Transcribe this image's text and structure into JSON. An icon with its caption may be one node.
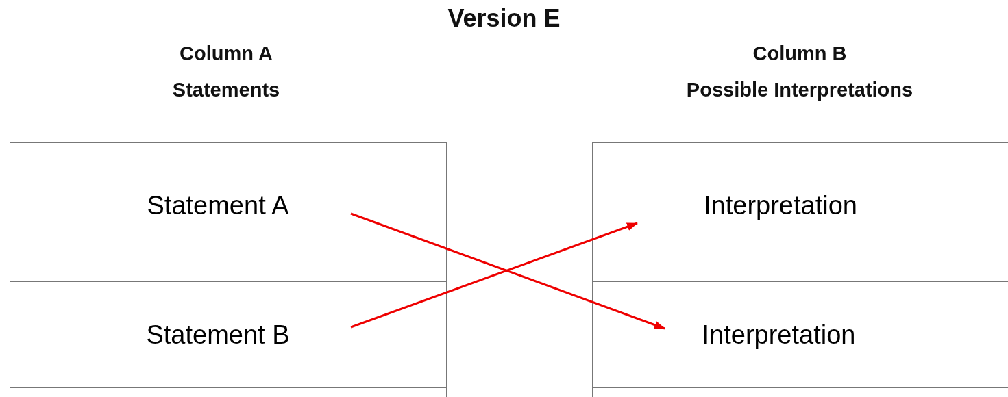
{
  "diagram": {
    "title": "Version E",
    "nodes": [
      {
        "text": [
          "Statement A"
        ]
      },
      {
        "text": [
          "Statement B"
        ]
      },
      {
        "text": [],
        "shape": "box"
      },
      {
        "text": [
          "Interpretation"
        ]
      },
      {
        "text": [
          "Interpretation"
        ]
      },
      {
        "text": [],
        "shape": "box"
      }
    ],
    "edges": [
      {
        "from": 0,
        "to": 4,
        "arrow": "to"
      },
      {
        "from": 1,
        "to": 3,
        "arrow": "to"
      }
    ],
    "labels": [
      "Column A",
      "Statements",
      "Column B",
      "Possible Interpretations"
    ]
  }
}
